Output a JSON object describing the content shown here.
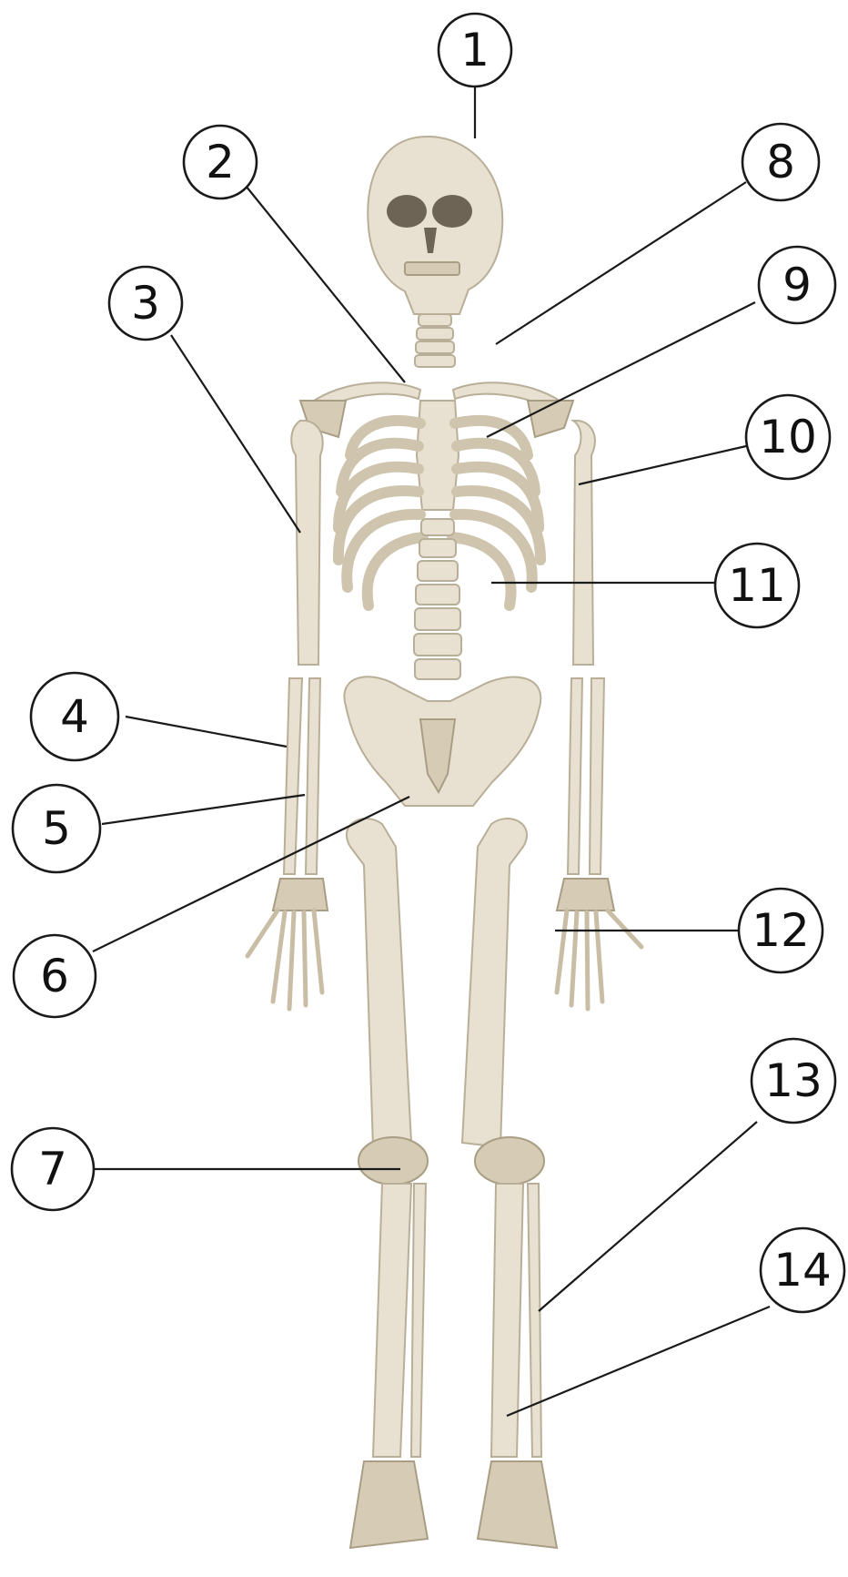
{
  "callouts": [
    {
      "label": "1"
    },
    {
      "label": "2"
    },
    {
      "label": "3"
    },
    {
      "label": "4"
    },
    {
      "label": "5"
    },
    {
      "label": "6"
    },
    {
      "label": "7"
    },
    {
      "label": "8"
    },
    {
      "label": "9"
    },
    {
      "label": "10"
    },
    {
      "label": "11"
    },
    {
      "label": "12"
    },
    {
      "label": "13"
    },
    {
      "label": "14"
    }
  ],
  "colors": {
    "background": "#ffffff",
    "bone": "#e8e1d1",
    "bone_outline": "#b9ae97",
    "leader_line": "#1a1a1a"
  }
}
